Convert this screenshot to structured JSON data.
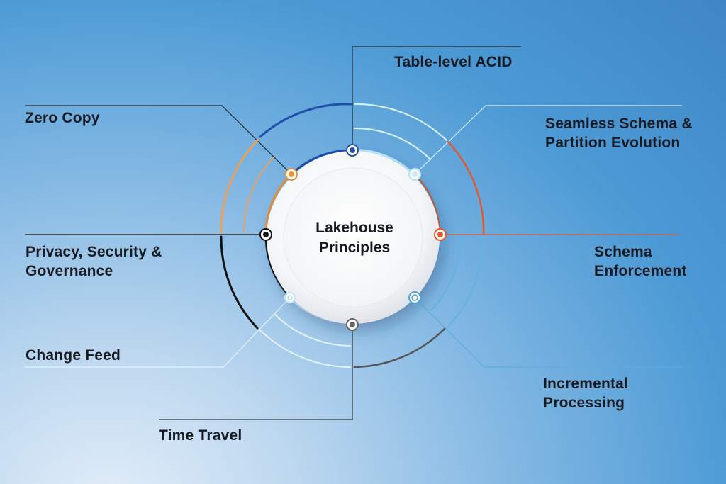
{
  "center": {
    "line1": "Lakehouse",
    "line2": "Principles"
  },
  "principles": [
    {
      "id": "table-level-acid",
      "lines": [
        "Table-level ACID"
      ],
      "color": "#1f4fa8"
    },
    {
      "id": "seamless-schema",
      "lines": [
        "Seamless Schema &",
        "Partition Evolution"
      ],
      "color": "#e25a2c"
    },
    {
      "id": "schema-enforcement",
      "lines": [
        "Schema",
        "Enforcement"
      ],
      "color": "#e25a2c"
    },
    {
      "id": "incremental-processing",
      "lines": [
        "Incremental",
        "Processing"
      ],
      "color": "#4fa3d9"
    },
    {
      "id": "time-travel",
      "lines": [
        "Time Travel"
      ],
      "color": "#6b6b6b"
    },
    {
      "id": "change-feed",
      "lines": [
        "Change Feed"
      ],
      "color": "#b9dcf2"
    },
    {
      "id": "privacy-security",
      "lines": [
        "Privacy, Security &",
        "Governance"
      ],
      "color": "#111111"
    },
    {
      "id": "zero-copy",
      "lines": [
        "Zero Copy"
      ],
      "color": "#e8923c"
    }
  ],
  "arc_colors": {
    "navy": "#1f4fa8",
    "light_cyan": "#c9ecfb",
    "orange_red": "#e25a2c",
    "sky_blue": "#4fa3d9",
    "dark_gray": "#555555",
    "pale_blue": "#d6ecf8",
    "black": "#111111",
    "orange": "#e8923c"
  }
}
